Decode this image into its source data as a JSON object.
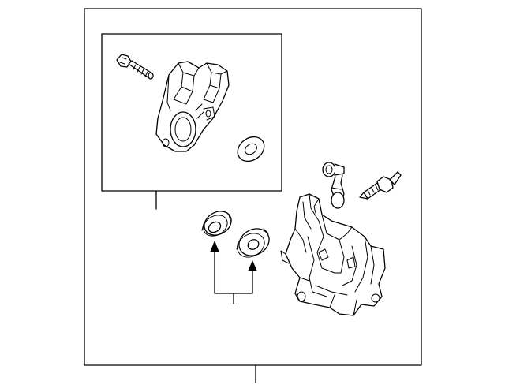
{
  "diagram": {
    "parts": [
      {
        "name": "caliper-bolt",
        "icon": "bolt-icon"
      },
      {
        "name": "caliper-body",
        "icon": "caliper-icon"
      },
      {
        "name": "piston-seal",
        "icon": "seal-icon"
      },
      {
        "name": "bleeder-screw-assembly",
        "icon": "bleeder-icon"
      },
      {
        "name": "guide-pin",
        "icon": "pin-icon"
      },
      {
        "name": "caliper-support-bracket",
        "icon": "bracket-icon"
      },
      {
        "name": "boot-left",
        "icon": "boot-icon"
      },
      {
        "name": "boot-right",
        "icon": "boot-icon"
      }
    ],
    "colors": {
      "line": "#000000",
      "background": "#ffffff"
    }
  }
}
